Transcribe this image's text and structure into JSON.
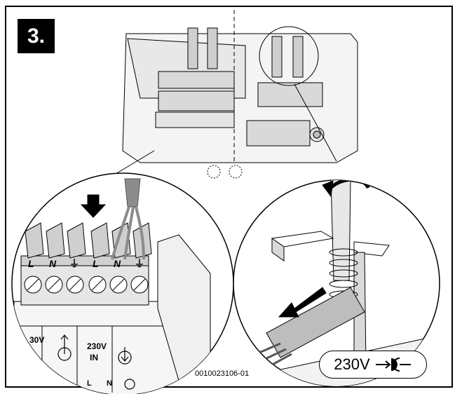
{
  "step_badge": "3.",
  "figure_code": "0010023106-01",
  "left_detail": {
    "terminal_letters": [
      "L",
      "N",
      "⏚",
      "L",
      "N",
      "⏚"
    ],
    "label_partial_voltage": "30V",
    "label_partial_in": "",
    "label_voltage": "230V",
    "label_in": "IN",
    "bottom_letters": [
      "L",
      "N"
    ],
    "arrow_icon": "down-arrow-icon"
  },
  "right_detail": {
    "voltage_label": "230V",
    "plug_icon": "plug-in-icon",
    "rotate_icon": "clockwise-rotate-icon"
  },
  "colors": {
    "line": "#000000",
    "fill_light": "#e6e6e6",
    "fill_mid": "#bdbdbd",
    "cable": "#8c8c8c"
  }
}
